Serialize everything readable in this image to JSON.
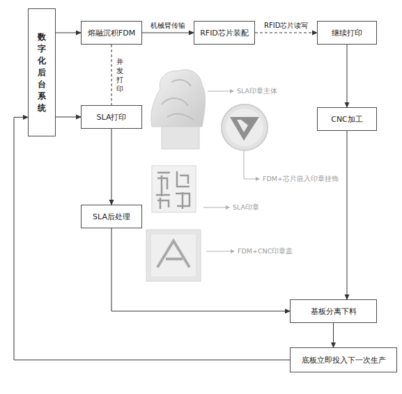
{
  "diagram": {
    "nodes": [
      {
        "text": [
          "数字化后台系统"
        ]
      },
      {
        "text": [
          "熔融沉积FDM"
        ]
      },
      {
        "text": [
          "RFID芯片装配"
        ]
      },
      {
        "text": [
          "继续打印"
        ]
      },
      {
        "text": [
          "SLA打印"
        ]
      },
      {
        "text": [
          "CNC加工"
        ]
      },
      {
        "text": [
          "SLA后处理"
        ]
      },
      {
        "text": [
          "基板分离下料"
        ]
      },
      {
        "text": [
          "底板立即投入下一次生产"
        ]
      }
    ],
    "edges": [
      {
        "from": 0,
        "to": 1,
        "arrow": "to"
      },
      {
        "from": 0,
        "to": 4,
        "arrow": "to"
      },
      {
        "from": 1,
        "to": 2,
        "label": "机械臂传输",
        "arrow": "to"
      },
      {
        "from": 2,
        "to": 3,
        "label": "RFID芯片读写",
        "arrow": "to"
      },
      {
        "from": 1,
        "to": 4,
        "label": "并发打印",
        "arrow": "none"
      },
      {
        "from": 3,
        "to": 5,
        "arrow": "to"
      },
      {
        "from": 4,
        "to": 6,
        "arrow": "to"
      },
      {
        "from": 5,
        "to": 7,
        "arrow": "to"
      },
      {
        "from": 6,
        "to": 7,
        "arrow": "to"
      },
      {
        "from": 7,
        "to": 8,
        "arrow": "to"
      },
      {
        "from": 8,
        "to": 0,
        "arrow": "to"
      }
    ],
    "labels": [
      "SLA印章主体",
      "FDM+芯片嵌入印章挂饰",
      "SLA印章",
      "FDM+CNC印章盖"
    ]
  }
}
